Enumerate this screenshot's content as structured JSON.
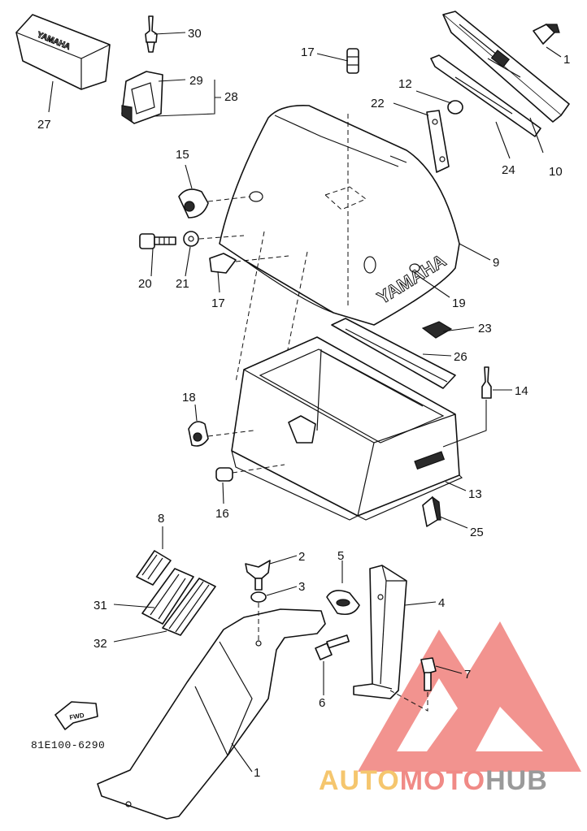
{
  "diagram": {
    "drawing_code": "81E100-6290",
    "fwd_label": "FWD",
    "brand_labels": {
      "cover": "YAMAHA",
      "cushion": "YAMAHA"
    },
    "callouts": [
      {
        "id": "c1a",
        "text": "1"
      },
      {
        "id": "c1b",
        "text": "1"
      },
      {
        "id": "c2",
        "text": "2"
      },
      {
        "id": "c3",
        "text": "3"
      },
      {
        "id": "c4",
        "text": "4"
      },
      {
        "id": "c5",
        "text": "5"
      },
      {
        "id": "c6",
        "text": "6"
      },
      {
        "id": "c7",
        "text": "7"
      },
      {
        "id": "c8",
        "text": "8"
      },
      {
        "id": "c9",
        "text": "9"
      },
      {
        "id": "c10",
        "text": "10"
      },
      {
        "id": "c12",
        "text": "12"
      },
      {
        "id": "c13",
        "text": "13"
      },
      {
        "id": "c14",
        "text": "14"
      },
      {
        "id": "c15",
        "text": "15"
      },
      {
        "id": "c16",
        "text": "16"
      },
      {
        "id": "c17a",
        "text": "17"
      },
      {
        "id": "c17b",
        "text": "17"
      },
      {
        "id": "c18",
        "text": "18"
      },
      {
        "id": "c19",
        "text": "19"
      },
      {
        "id": "c20",
        "text": "20"
      },
      {
        "id": "c21",
        "text": "21"
      },
      {
        "id": "c22",
        "text": "22"
      },
      {
        "id": "c23",
        "text": "23"
      },
      {
        "id": "c24",
        "text": "24"
      },
      {
        "id": "c25",
        "text": "25"
      },
      {
        "id": "c26",
        "text": "26"
      },
      {
        "id": "c27",
        "text": "27"
      },
      {
        "id": "c28",
        "text": "28"
      },
      {
        "id": "c29",
        "text": "29"
      },
      {
        "id": "c30",
        "text": "30"
      },
      {
        "id": "c31",
        "text": "31"
      },
      {
        "id": "c32",
        "text": "32"
      }
    ]
  },
  "watermark": {
    "part1": "AUTO",
    "part2": "MOTO",
    "part3": "HUB",
    "colors": {
      "auto": "#f5c66e",
      "moto": "#f08a86",
      "hub": "#9a9a9a",
      "logo": "#ee6f6a"
    }
  }
}
